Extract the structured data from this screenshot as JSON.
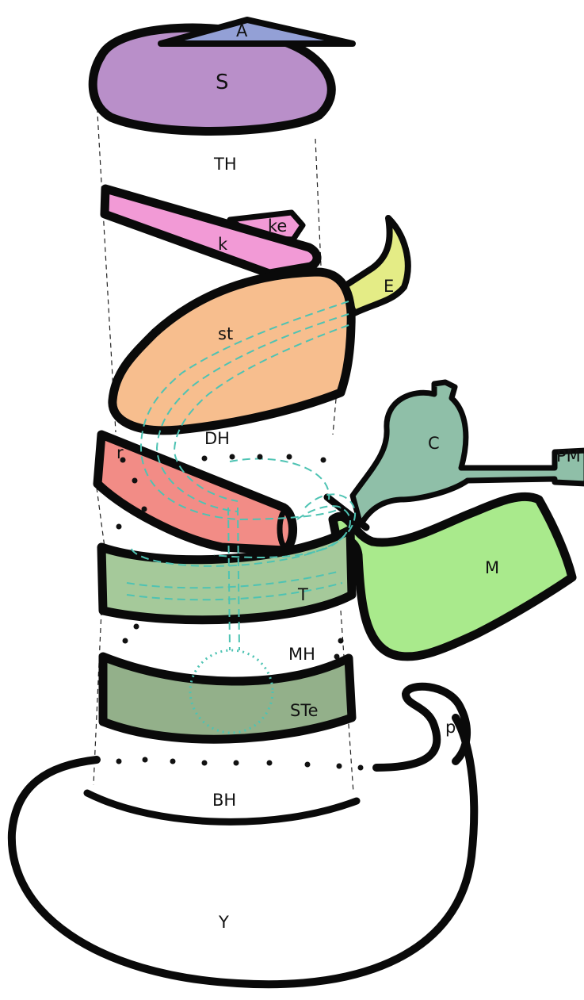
{
  "labels": {
    "A": "A",
    "S": "S",
    "TH": "TH",
    "k": "k",
    "ke": "ke",
    "E": "E",
    "st": "st",
    "DH": "DH",
    "C": "C",
    "PM": "PM",
    "r": "r",
    "M": "M",
    "T": "T",
    "MH": "MH",
    "STe": "STe",
    "p": "p",
    "BH": "BH",
    "Y": "Y"
  },
  "colors": {
    "outline": "#0a0a0a",
    "A": "#93a0d6",
    "S": "#b98fc9",
    "k": "#f29ad6",
    "E": "#e4ec86",
    "st": "#f7be8e",
    "C": "#8fbfa8",
    "r": "#f28c86",
    "M": "#a9ea8c",
    "T": "#a5c99a",
    "STe": "#93b08a",
    "tube": "#4ec3b3"
  }
}
